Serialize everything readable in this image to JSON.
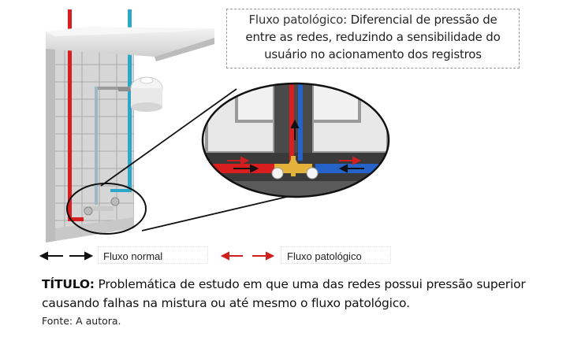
{
  "callout": {
    "highlight": "Fluxo patológico",
    "text_line1": ": Diferencial de pressão de",
    "text_line2": "entre as redes, reduzindo a sensibilidade do",
    "text_line3": "usuário no acionamento dos registros"
  },
  "legend": {
    "normal_label": "Fluxo normal",
    "pathological_label": "Fluxo patológico"
  },
  "caption": {
    "title_label": "TÍTULO:",
    "title_text_line1": " Problemática de estudo em que uma das redes possui pressão superior",
    "title_text_line2": "causando falhas na mistura ou até mesmo o fluxo patológico."
  },
  "source": "Fonte: A autora.",
  "colors": {
    "hot_pipe": "#d81e1e",
    "cold_pipe": "#2ea7c9",
    "cold_pipe_zoom": "#2563c9",
    "arrow_normal": "#111111",
    "arrow_pathological": "#d11f1f",
    "valve_body": "#e2b23a",
    "tile": "#d9d9d9",
    "grout": "#8f8f8f"
  }
}
